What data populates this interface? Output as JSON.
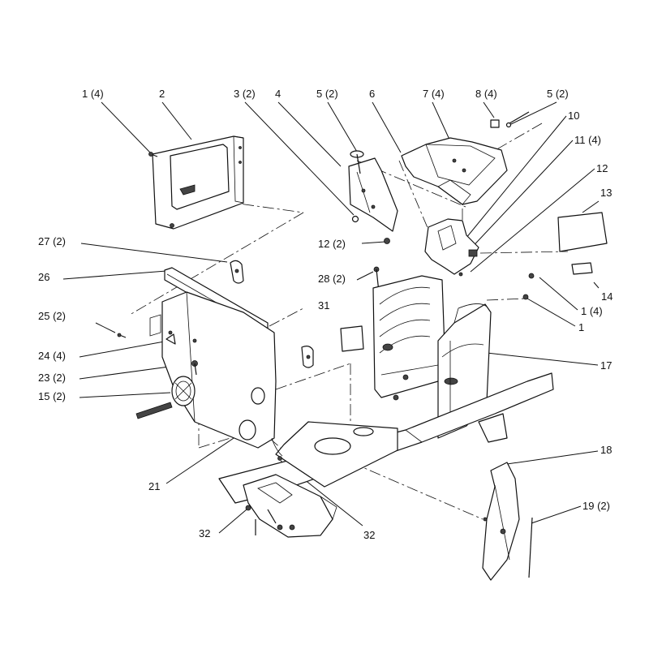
{
  "callouts": [
    {
      "id": "c1",
      "text": "1 (4)"
    },
    {
      "id": "c2",
      "text": "2"
    },
    {
      "id": "c3",
      "text": "3 (2)"
    },
    {
      "id": "c4",
      "text": "4"
    },
    {
      "id": "c5a",
      "text": "5 (2)"
    },
    {
      "id": "c6",
      "text": "6"
    },
    {
      "id": "c7",
      "text": "7 (4)"
    },
    {
      "id": "c8",
      "text": "8 (4)"
    },
    {
      "id": "c5b",
      "text": "5 (2)"
    },
    {
      "id": "c10",
      "text": "10"
    },
    {
      "id": "c11",
      "text": "11 (4)"
    },
    {
      "id": "c12a",
      "text": "12"
    },
    {
      "id": "c13",
      "text": "13"
    },
    {
      "id": "c27",
      "text": "27 (2)"
    },
    {
      "id": "c12b",
      "text": "12 (2)"
    },
    {
      "id": "c26",
      "text": "26"
    },
    {
      "id": "c28",
      "text": "28 (2)"
    },
    {
      "id": "c14",
      "text": "14"
    },
    {
      "id": "c25",
      "text": "25 (2)"
    },
    {
      "id": "c1b",
      "text": "1 (4)"
    },
    {
      "id": "c31",
      "text": "31"
    },
    {
      "id": "c1c",
      "text": "1"
    },
    {
      "id": "c24",
      "text": "24 (4)"
    },
    {
      "id": "c17",
      "text": "17"
    },
    {
      "id": "c23",
      "text": "23 (2)"
    },
    {
      "id": "c15",
      "text": "15 (2)"
    },
    {
      "id": "c18",
      "text": "18"
    },
    {
      "id": "c21",
      "text": "21"
    },
    {
      "id": "c19",
      "text": "19 (2)"
    },
    {
      "id": "c32a",
      "text": "32"
    },
    {
      "id": "c32b",
      "text": "32"
    }
  ]
}
